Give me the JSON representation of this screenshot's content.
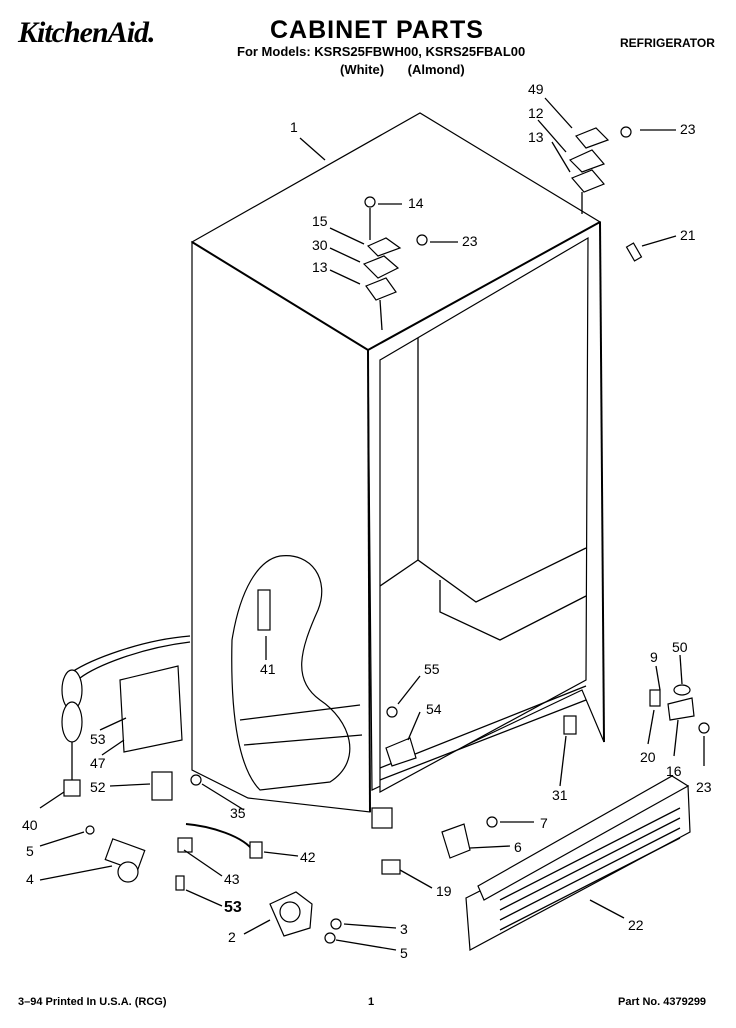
{
  "header": {
    "brand": "KitchenAid.",
    "title": "CABINET PARTS",
    "models_line": "For Models: KSRS25FBWH00, KSRS25FBAL00",
    "colors_line": "(White)    (Almond)",
    "category": "REFRIGERATOR"
  },
  "footer": {
    "printed": "3–94 Printed In U.S.A. (RCG)",
    "page": "1",
    "part_no": "Part No. 4379299"
  },
  "callouts": {
    "c1": "1",
    "c49": "49",
    "c12": "12",
    "c13a": "13",
    "c23a": "23",
    "c14": "14",
    "c15": "15",
    "c30": "30",
    "c13b": "13",
    "c23b": "23",
    "c21": "21",
    "c41": "41",
    "c9": "9",
    "c50": "50",
    "c55": "55",
    "c54": "54",
    "c20": "20",
    "c16": "16",
    "c23c": "23",
    "c31": "31",
    "c53a": "53",
    "c47": "47",
    "c52": "52",
    "c35": "35",
    "c40": "40",
    "c5a": "5",
    "c4": "4",
    "c43": "43",
    "c42": "42",
    "c53b": "53",
    "c7": "7",
    "c6": "6",
    "c19": "19",
    "c22": "22",
    "c2": "2",
    "c3": "3",
    "c5b": "5"
  }
}
